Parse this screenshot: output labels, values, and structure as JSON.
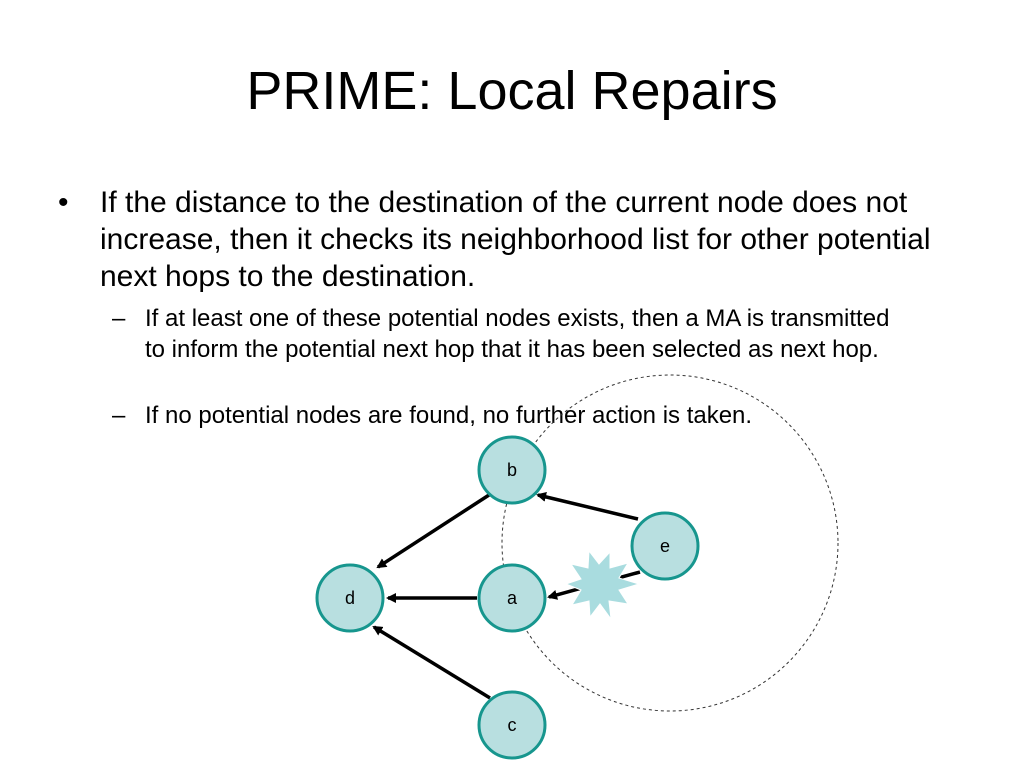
{
  "slide": {
    "title": "PRIME: Local Repairs",
    "bullets": [
      {
        "marker": "•",
        "text": "If the distance to the destination of the current node does not increase, then it checks its neighborhood list for other potential next hops to the destination.",
        "sub": [
          {
            "marker": "–",
            "text": "If at least one of these potential nodes exists, then a MA is transmitted to inform the potential next hop that it has been selected as next hop."
          },
          {
            "marker": "–",
            "text": "If no potential nodes are found, no further action is taken."
          }
        ]
      }
    ]
  },
  "diagram": {
    "nodes": [
      {
        "id": "b",
        "label": "b"
      },
      {
        "id": "e",
        "label": "e"
      },
      {
        "id": "d",
        "label": "d"
      },
      {
        "id": "a",
        "label": "a"
      },
      {
        "id": "c",
        "label": "c"
      }
    ],
    "edges": [
      {
        "from": "b",
        "to": "d"
      },
      {
        "from": "e",
        "to": "b"
      },
      {
        "from": "a",
        "to": "d"
      },
      {
        "from": "e",
        "to": "a",
        "broken": true
      },
      {
        "from": "c",
        "to": "d"
      }
    ],
    "colors": {
      "node_fill": "#b8dfe0",
      "node_stroke": "#17968e",
      "burst_fill": "#a9dcdf"
    }
  }
}
